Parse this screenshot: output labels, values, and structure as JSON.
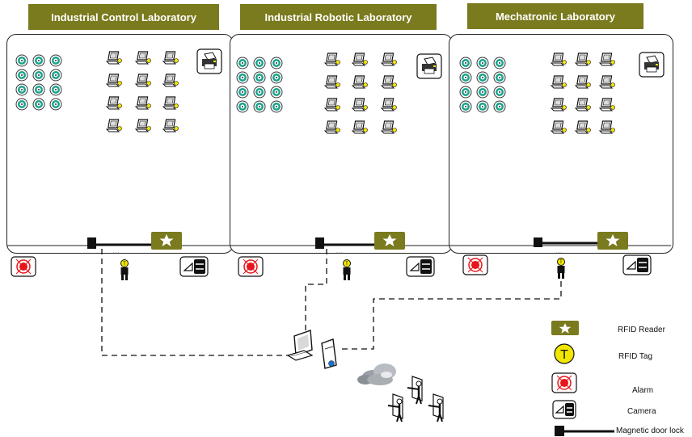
{
  "labs": [
    {
      "title": "Industrial Control Laboratory"
    },
    {
      "title": "Industrial Robotic Laboratory"
    },
    {
      "title": "Mechatronic Laboratory"
    }
  ],
  "legend": {
    "rfid_reader": "RFID Reader",
    "rfid_tag": "RFID Tag",
    "rfid_tag_letter": "T",
    "alarm": "Alarm",
    "camera": "Camera",
    "door_lock": "Magnetic door lock"
  },
  "colors": {
    "title_bg": "#7a7a1e",
    "reader_bg": "#7a7a1e",
    "tag_fill": "#f2e600",
    "alarm_red": "#e8151b",
    "sensor_teal": "#1aa38c"
  }
}
